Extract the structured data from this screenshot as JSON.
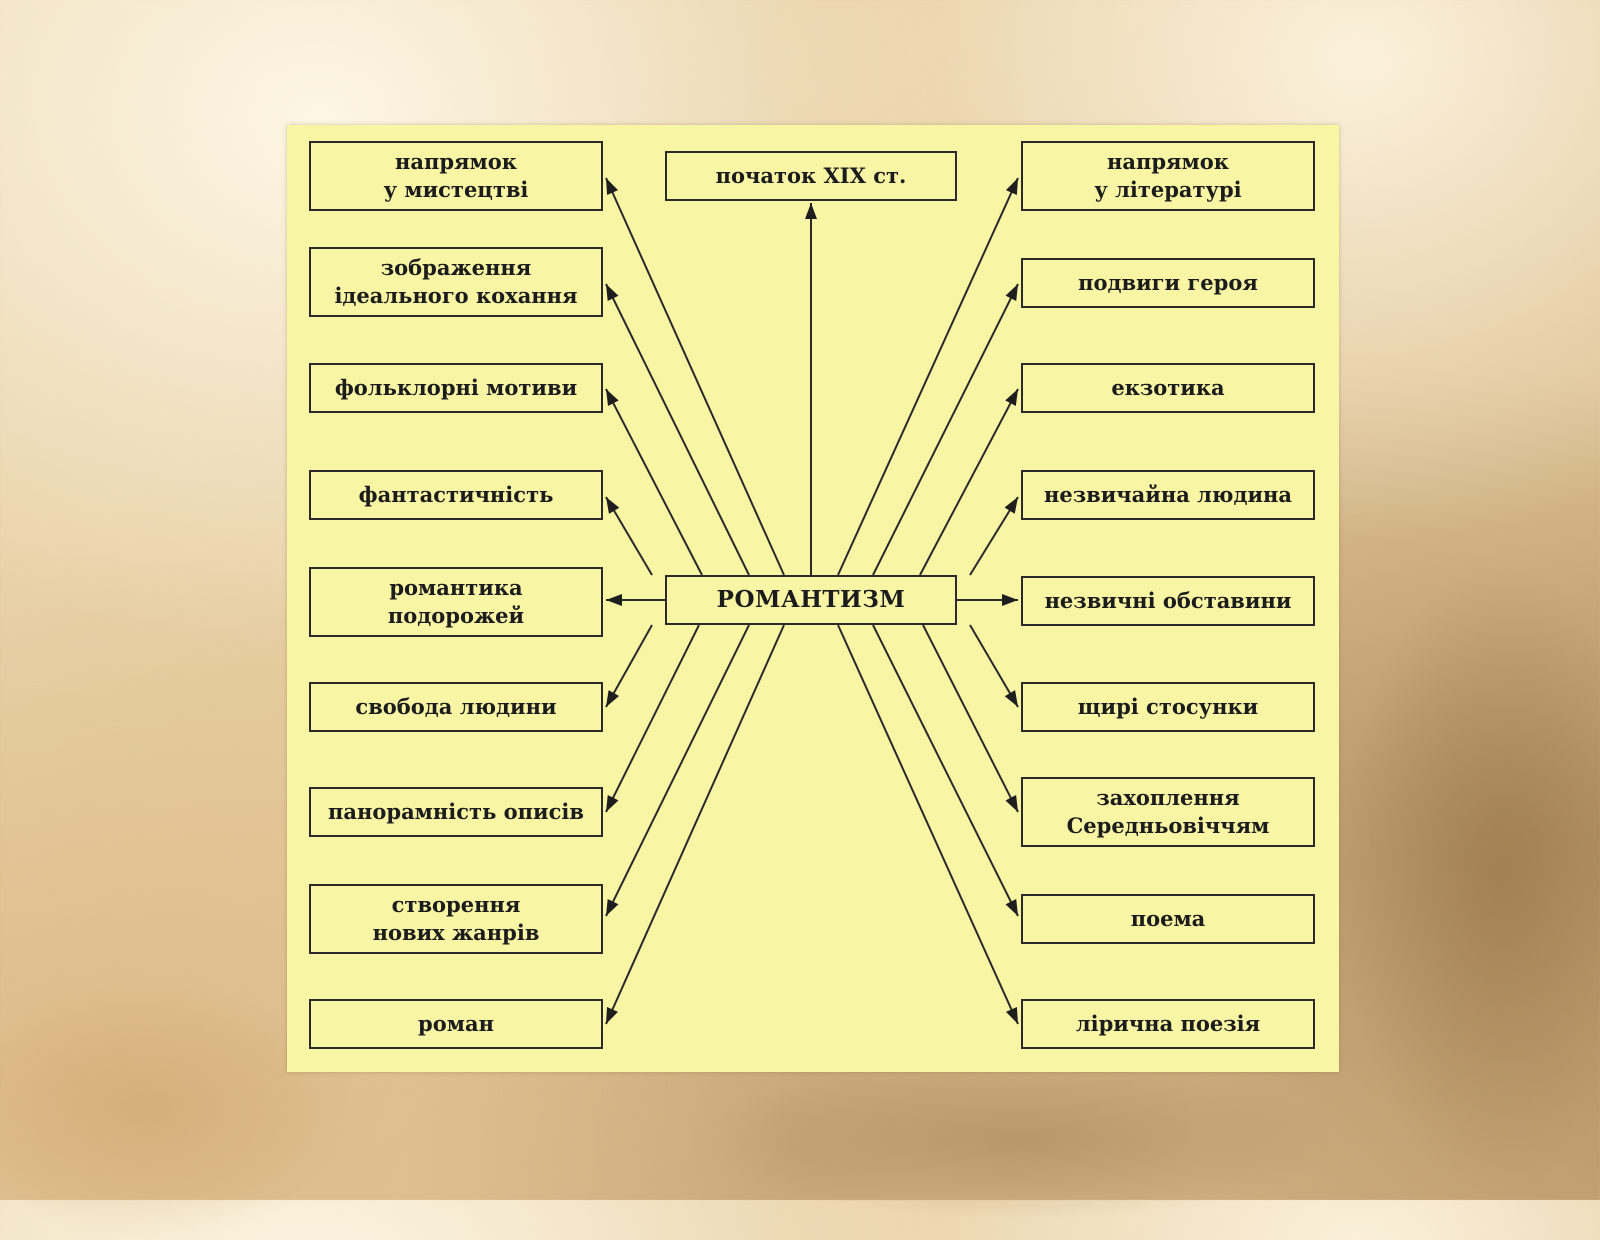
{
  "diagram": {
    "center": "РОМАНТИЗМ",
    "top": "початок XIX ст.",
    "left": [
      "напрямок\nу мистецтві",
      "зображення\nідеального кохання",
      "фольклорні мотиви",
      "фантастичність",
      "романтика\nподорожей",
      "свобода людини",
      "панорамність описів",
      "створення\nнових жанрів",
      "роман"
    ],
    "right": [
      "напрямок\nу літературі",
      "подвиги героя",
      "екзотика",
      "незвичайна людина",
      "незвичні обставини",
      "щирі стосунки",
      "захоплення\nСередньовіччям",
      "поема",
      "лірична поезія"
    ]
  }
}
